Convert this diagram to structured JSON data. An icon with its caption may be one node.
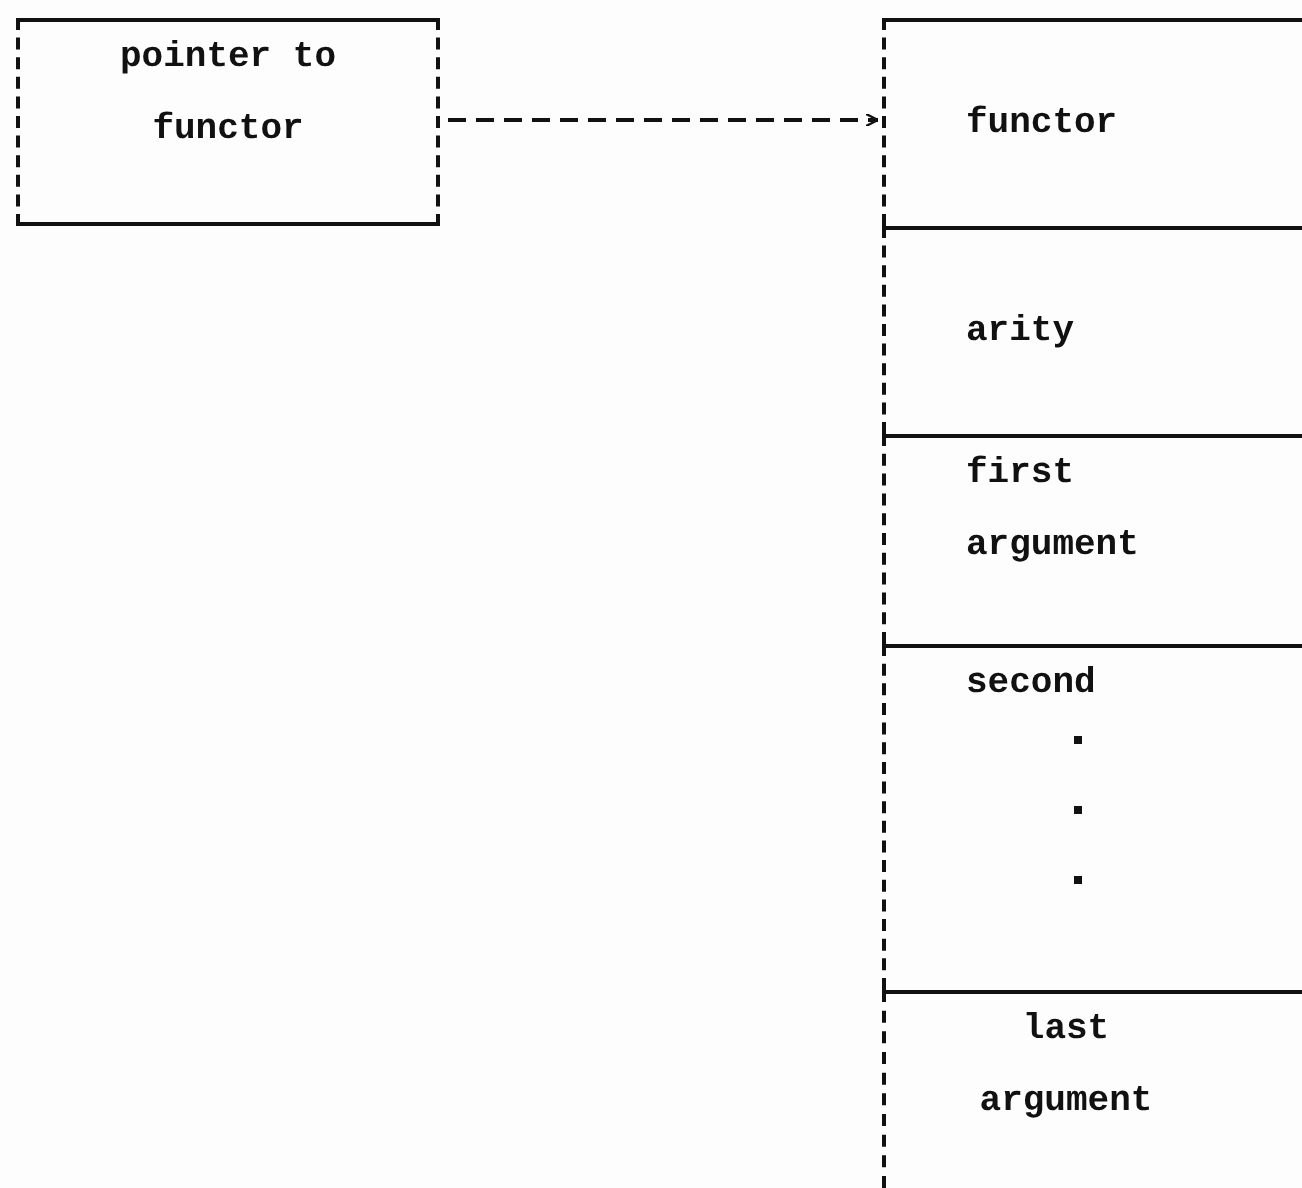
{
  "diagram": {
    "nodes": [
      {
        "text": [
          "pointer to functor"
        ]
      },
      {
        "text": [
          "functor"
        ]
      },
      {
        "text": [
          "arity"
        ]
      },
      {
        "text": [
          "first argument"
        ]
      },
      {
        "text": [
          "second"
        ]
      },
      {
        "text": [
          "last argument"
        ]
      }
    ],
    "edges": [
      {
        "from": 0,
        "to": 1,
        "arrow": "to",
        "style": "dashed"
      }
    ]
  }
}
